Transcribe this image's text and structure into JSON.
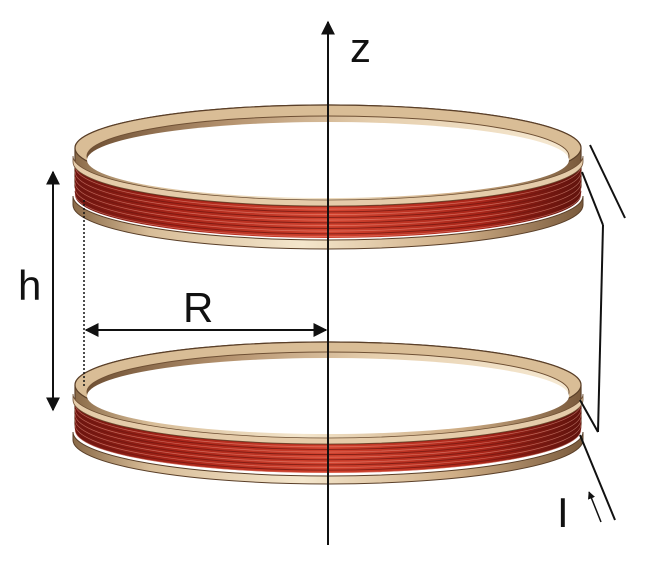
{
  "labels": {
    "axis": "z",
    "height": "h",
    "radius": "R",
    "current": "I"
  },
  "colors": {
    "frame_light": "#f3e2c6",
    "frame_mid": "#c8a67e",
    "frame_dark": "#6f5034",
    "wire": "#c12d22",
    "wire_dark": "#6e1610",
    "wire_highlight": "#f0a090",
    "line": "#111111"
  },
  "coils": [
    {
      "name": "top-coil"
    },
    {
      "name": "bottom-coil"
    }
  ]
}
